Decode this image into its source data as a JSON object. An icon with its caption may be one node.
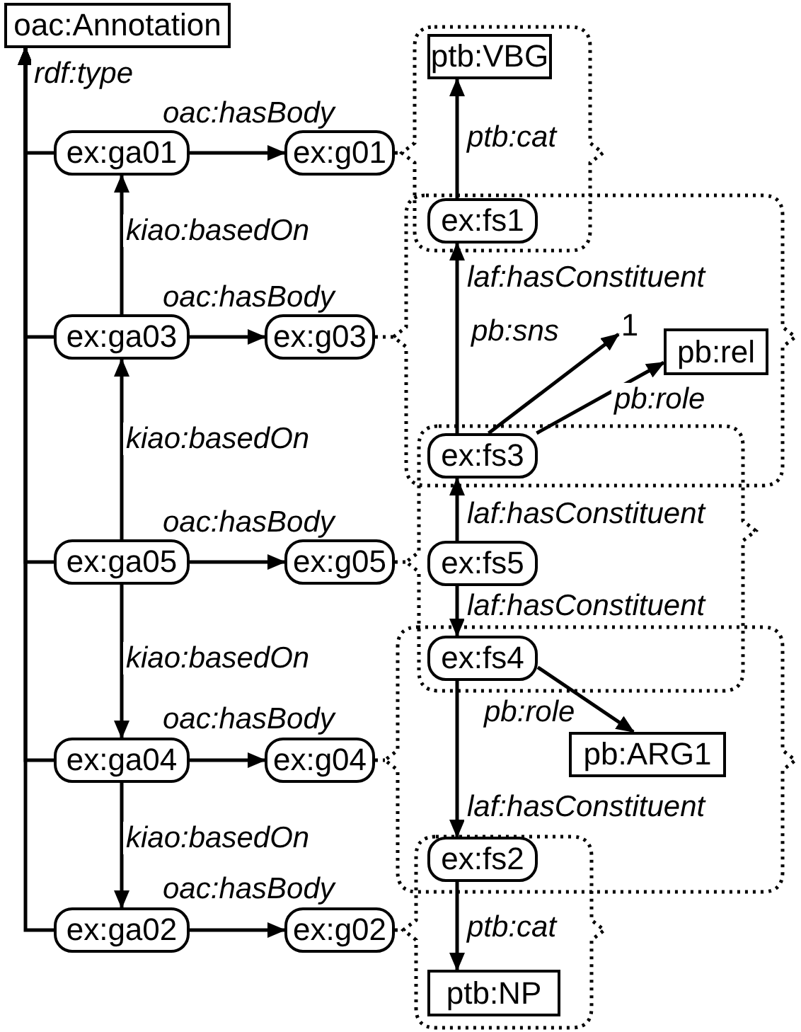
{
  "diagram": {
    "nodes": [
      {
        "text": [
          "oac:Annotation"
        ]
      },
      {
        "text": [],
        "shape": "bracket"
      },
      {
        "text": [
          "ptb:VBG"
        ],
        "in": 1
      },
      {
        "text": [
          "ex:ga01"
        ]
      },
      {
        "text": [
          "ex:g01"
        ]
      },
      {
        "text": [],
        "shape": "bracket"
      },
      {
        "text": [
          "ex:fs1"
        ]
      },
      {
        "text": [
          "1"
        ],
        "in": 5
      },
      {
        "text": [
          "pb:rel"
        ],
        "in": 5
      },
      {
        "text": [
          "ex:ga03"
        ]
      },
      {
        "text": [
          "ex:g03"
        ]
      },
      {
        "text": [],
        "shape": "bracket"
      },
      {
        "text": [
          "ex:fs3"
        ]
      },
      {
        "text": [
          "ex:ga05"
        ]
      },
      {
        "text": [
          "ex:g05"
        ]
      },
      {
        "text": [
          "ex:fs5"
        ],
        "in": 11
      },
      {
        "text": [],
        "shape": "bracket"
      },
      {
        "text": [
          "ex:fs4"
        ]
      },
      {
        "text": [
          "pb:ARG1"
        ],
        "in": 16
      },
      {
        "text": [
          "ex:ga04"
        ]
      },
      {
        "text": [
          "ex:g04"
        ]
      },
      {
        "text": [],
        "shape": "bracket"
      },
      {
        "text": [
          "ex:fs2"
        ]
      },
      {
        "text": [
          "ex:ga02"
        ]
      },
      {
        "text": [
          "ex:g02"
        ]
      },
      {
        "text": [
          "ptb:NP"
        ],
        "in": 21
      }
    ],
    "edges": [
      {
        "from": 3,
        "to": 0,
        "arrow": "to",
        "label": "rdf:type"
      },
      {
        "from": 9,
        "to": 0,
        "arrow": "to"
      },
      {
        "from": 13,
        "to": 0,
        "arrow": "to"
      },
      {
        "from": 19,
        "to": 0,
        "arrow": "to"
      },
      {
        "from": 23,
        "to": 0,
        "arrow": "to"
      },
      {
        "from": 3,
        "to": 4,
        "arrow": "to",
        "label": "oac:hasBody"
      },
      {
        "from": 4,
        "to": 1,
        "arrow": "none",
        "style": "dashed"
      },
      {
        "from": 9,
        "to": 3,
        "arrow": "to",
        "label": "kiao:basedOn"
      },
      {
        "from": 9,
        "to": 10,
        "arrow": "to",
        "label": "oac:hasBody"
      },
      {
        "from": 10,
        "to": 5,
        "arrow": "none",
        "style": "dashed"
      },
      {
        "from": 6,
        "to": 2,
        "arrow": "to",
        "label": "ptb:cat"
      },
      {
        "from": 12,
        "to": 6,
        "arrow": "to",
        "label": "laf:hasConstituent"
      },
      {
        "from": 12,
        "to": 7,
        "arrow": "to",
        "label": "pb:sns"
      },
      {
        "from": 12,
        "to": 8,
        "arrow": "to",
        "label": "pb:role"
      },
      {
        "from": 13,
        "to": 9,
        "arrow": "to",
        "label": "kiao:basedOn"
      },
      {
        "from": 13,
        "to": 14,
        "arrow": "to",
        "label": "oac:hasBody"
      },
      {
        "from": 14,
        "to": 11,
        "arrow": "none",
        "style": "dashed"
      },
      {
        "from": 15,
        "to": 12,
        "arrow": "to",
        "label": "laf:hasConstituent"
      },
      {
        "from": 15,
        "to": 17,
        "arrow": "to",
        "label": "laf:hasConstituent"
      },
      {
        "from": 13,
        "to": 19,
        "arrow": "to",
        "label": "kiao:basedOn"
      },
      {
        "from": 19,
        "to": 20,
        "arrow": "to",
        "label": "oac:hasBody"
      },
      {
        "from": 20,
        "to": 16,
        "arrow": "none",
        "style": "dashed"
      },
      {
        "from": 17,
        "to": 18,
        "arrow": "to",
        "label": "pb:role"
      },
      {
        "from": 17,
        "to": 22,
        "arrow": "to",
        "label": "laf:hasConstituent"
      },
      {
        "from": 19,
        "to": 23,
        "arrow": "to",
        "label": "kiao:basedOn"
      },
      {
        "from": 23,
        "to": 24,
        "arrow": "to",
        "label": "oac:hasBody"
      },
      {
        "from": 24,
        "to": 21,
        "arrow": "none",
        "style": "dashed"
      },
      {
        "from": 22,
        "to": 25,
        "arrow": "to",
        "label": "ptb:cat"
      }
    ]
  }
}
